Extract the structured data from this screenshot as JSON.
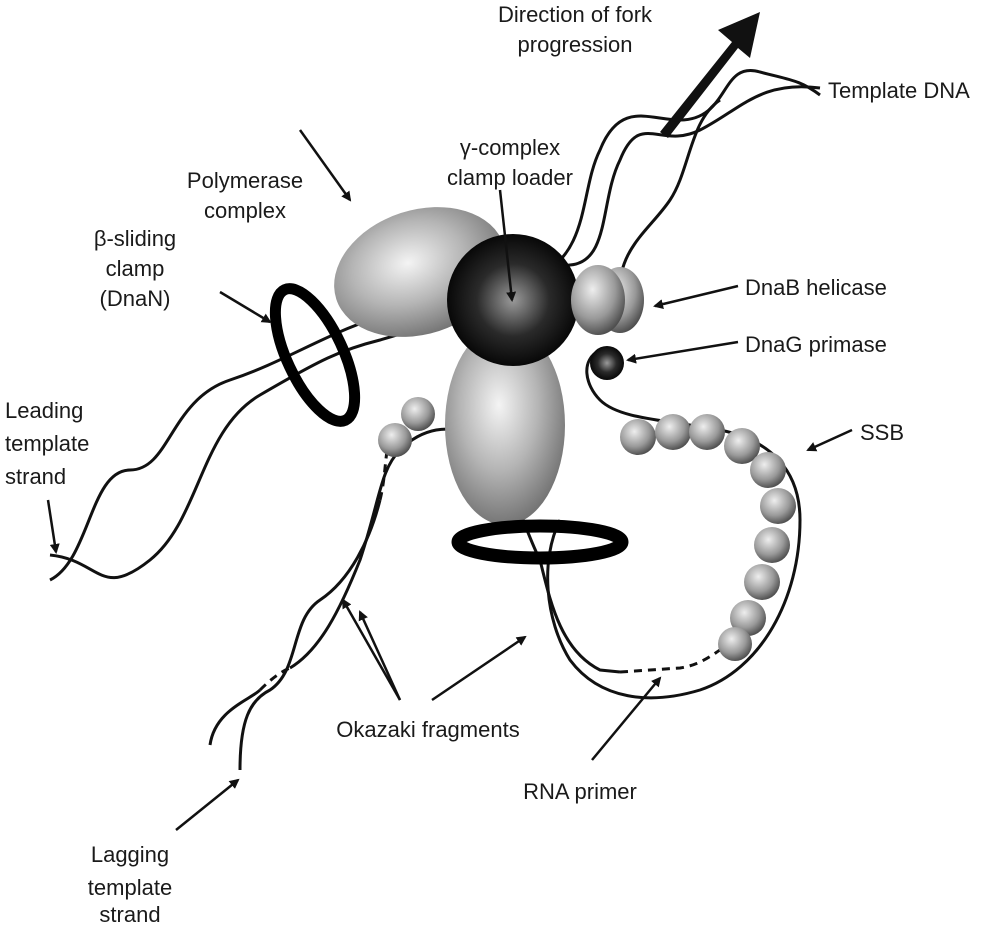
{
  "labels": {
    "fork_direction": [
      "Direction of fork",
      "progression"
    ],
    "template_dna": "Template DNA",
    "clamp_loader": [
      "γ-complex",
      "clamp loader"
    ],
    "polymerase": [
      "Polymerase",
      "complex"
    ],
    "sliding_clamp": [
      "β-sliding",
      "clamp",
      "(DnaN)"
    ],
    "helicase": "DnaB helicase",
    "primase": "DnaG primase",
    "ssb": "SSB",
    "leading": [
      "Leading",
      "template",
      "strand"
    ],
    "okazaki": "Okazaki fragments",
    "rna_primer": "RNA primer",
    "lagging": [
      "Lagging",
      "template",
      "strand"
    ]
  }
}
